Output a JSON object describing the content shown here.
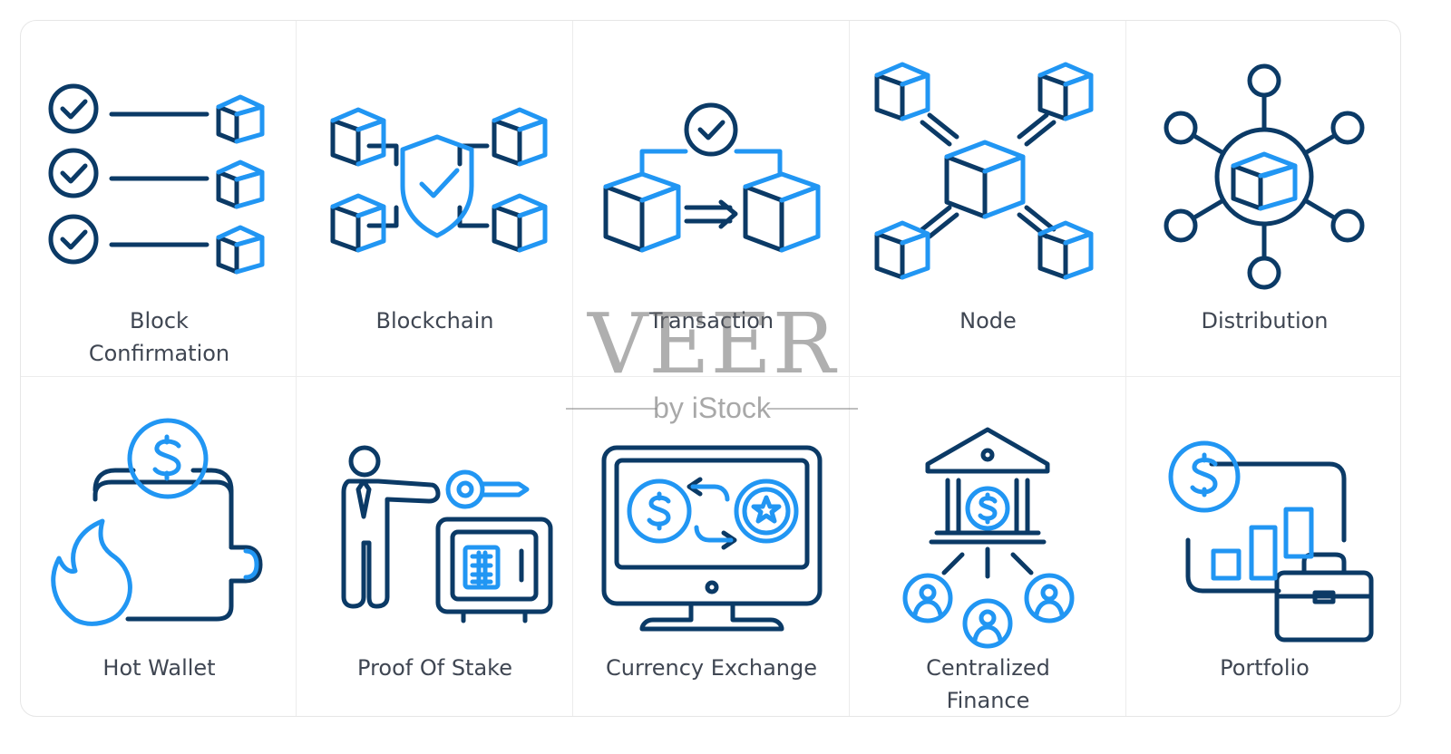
{
  "colors": {
    "dark": "#0b3a66",
    "accent": "#2196f3",
    "label": "#3f4652",
    "border": "#e6e6e6"
  },
  "icons": [
    {
      "label": "Block\nConfirmation",
      "icon": "block-confirmation-icon"
    },
    {
      "label": "Blockchain",
      "icon": "blockchain-icon"
    },
    {
      "label": "Transaction",
      "icon": "transaction-icon"
    },
    {
      "label": "Node",
      "icon": "node-icon"
    },
    {
      "label": "Distribution",
      "icon": "distribution-icon"
    },
    {
      "label": "Hot Wallet",
      "icon": "hot-wallet-icon"
    },
    {
      "label": "Proof Of Stake",
      "icon": "proof-of-stake-icon"
    },
    {
      "label": "Currency Exchange",
      "icon": "currency-exchange-icon"
    },
    {
      "label": "Centralized\nFinance",
      "icon": "centralized-finance-icon"
    },
    {
      "label": "Portfolio",
      "icon": "portfolio-icon"
    }
  ],
  "watermark": {
    "brand": "VEER",
    "byline": "by iStock"
  }
}
